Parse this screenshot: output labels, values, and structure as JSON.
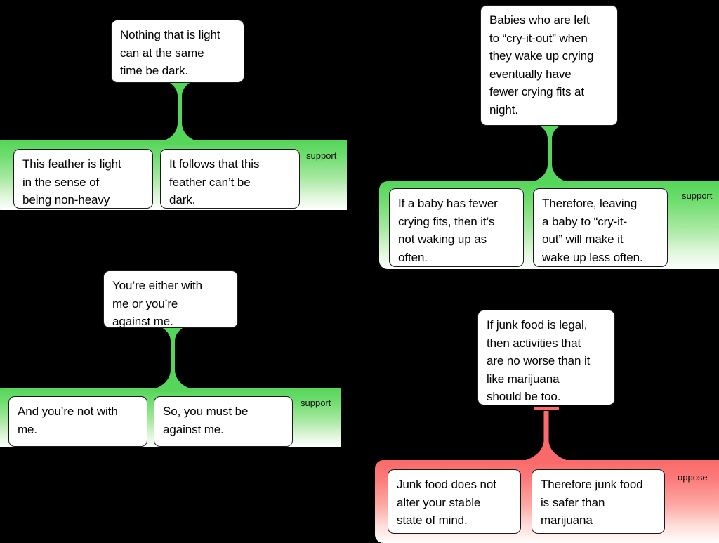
{
  "diagram": {
    "title": "Argument diagram",
    "background_color": "#000000",
    "support_color": "#55d55a",
    "oppose_color": "#fa6a6a",
    "card_background": "#ffffff",
    "card_border_color": "#1a1a1a"
  },
  "arguments": [
    {
      "id": "feather",
      "relation": "support",
      "relation_label": "support",
      "conclusion": "Nothing that is light\ncan at the same\ntime be dark.",
      "premises": [
        "This feather is light\nin the sense of\nbeing non-heavy",
        "It follows that this\nfeather can’t be\ndark."
      ]
    },
    {
      "id": "cry-it-out",
      "relation": "support",
      "relation_label": "support",
      "conclusion": "Babies who are left\nto “cry-it-out” when\nthey wake up crying\neventually have\nfewer crying fits at\nnight.",
      "premises": [
        "If a baby has fewer\ncrying fits, then it’s\nnot waking up as\noften.",
        "Therefore, leaving\na baby to “cry-it-\nout” will make it\nwake up less often."
      ]
    },
    {
      "id": "with-me",
      "relation": "support",
      "relation_label": "support",
      "conclusion": "You’re either with\nme or you’re\nagainst me.",
      "premises": [
        "And you’re not with\nme.",
        "So, you must be\nagainst me."
      ]
    },
    {
      "id": "junk-food",
      "relation": "oppose",
      "relation_label": "oppose",
      "conclusion": "If junk food is legal,\nthen activities that\nare no worse than it\nlike marijuana\nshould be too.",
      "premises": [
        "Junk food does not\nalter your stable\nstate of mind.",
        "Therefore junk food\nis safer than\nmarijuana"
      ]
    }
  ]
}
